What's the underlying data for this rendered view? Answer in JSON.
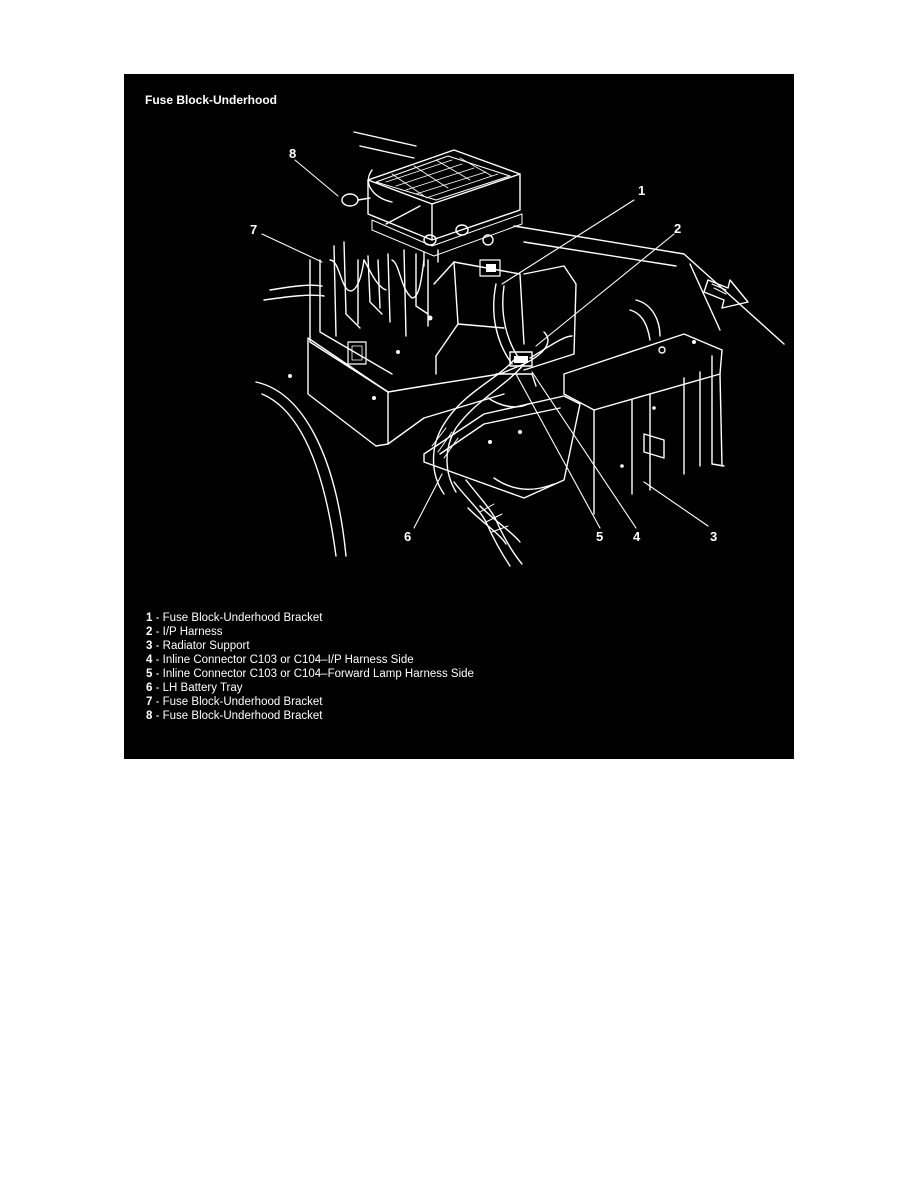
{
  "figure": {
    "title": "Fuse Block-Underhood",
    "callouts": [
      "1",
      "2",
      "3",
      "4",
      "5",
      "6",
      "7",
      "8"
    ],
    "legend": [
      {
        "num": "1",
        "sep": " - ",
        "text": "Fuse Block-Underhood Bracket"
      },
      {
        "num": "2",
        "sep": " - ",
        "text": "I/P Harness"
      },
      {
        "num": "3",
        "sep": " - ",
        "text": "Radiator Support"
      },
      {
        "num": "4",
        "sep": " - ",
        "text": "Inline Connector C103 or C104–I/P Harness Side"
      },
      {
        "num": "5",
        "sep": " - ",
        "text": "Inline Connector C103 or C104–Forward Lamp Harness Side"
      },
      {
        "num": "6",
        "sep": " - ",
        "text": "LH Battery Tray"
      },
      {
        "num": "7",
        "sep": " - ",
        "text": "Fuse Block-Underhood Bracket"
      },
      {
        "num": "8",
        "sep": " - ",
        "text": "Fuse Block-Underhood Bracket"
      }
    ]
  },
  "colors": {
    "panel_background": "#000000",
    "line_art": "#ffffff",
    "page_background": "#ffffff"
  }
}
